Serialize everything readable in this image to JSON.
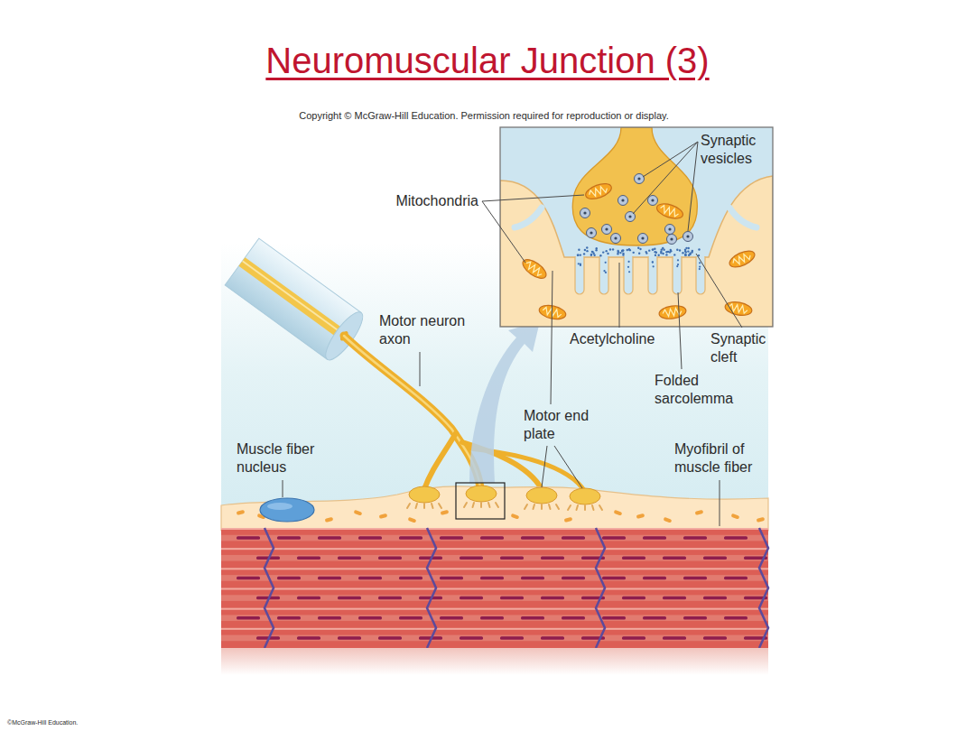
{
  "diagram": {
    "title": "Neuromuscular Junction (3)",
    "labels": [
      "Copyright © McGraw-Hill Education. Permission required for reproduction or display.",
      "Synaptic vesicles",
      "Mitochondria",
      "Motor neuron axon",
      "Acetylcholine",
      "Synaptic cleft",
      "Folded sarcolemma",
      "Motor end plate",
      "Muscle fiber nucleus",
      "Myofibril of muscle fiber",
      "©McGraw-Hill Education."
    ]
  }
}
